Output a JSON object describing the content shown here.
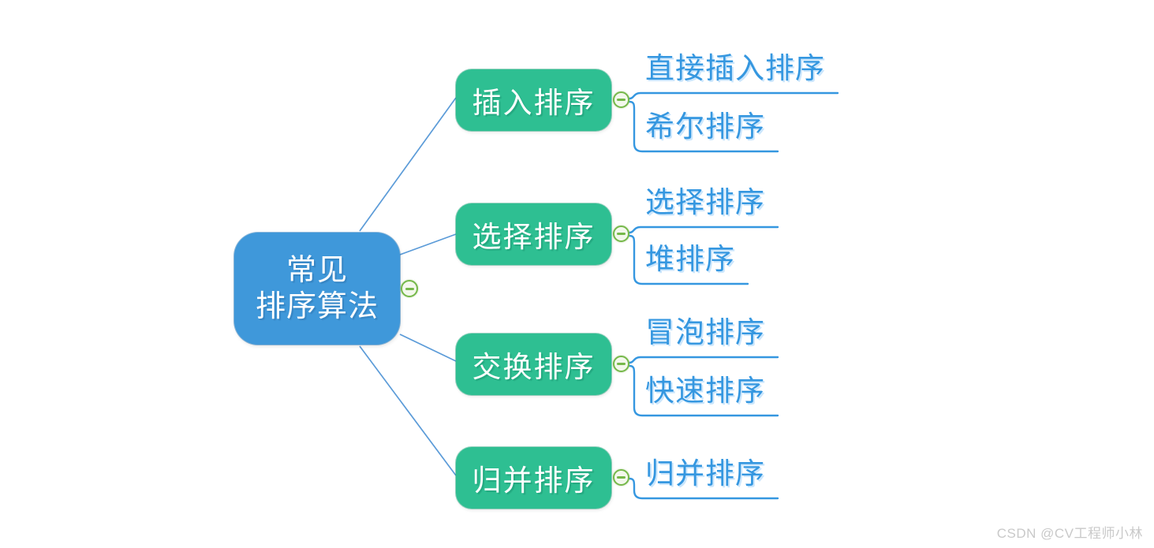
{
  "root": {
    "lines": [
      "常见",
      "排序算法"
    ]
  },
  "branches": [
    {
      "label": "插入排序",
      "children": [
        "直接插入排序",
        "希尔排序"
      ]
    },
    {
      "label": "选择排序",
      "children": [
        "选择排序",
        "堆排序"
      ]
    },
    {
      "label": "交换排序",
      "children": [
        "冒泡排序",
        "快速排序"
      ]
    },
    {
      "label": "归并排序",
      "children": [
        "归并排序"
      ]
    }
  ],
  "icons": {
    "collapse": "minus-circle-icon"
  },
  "watermark": "CSDN @CV工程师小林",
  "colors": {
    "root_fill": "#3f98da",
    "branch_fill": "#2ebf92",
    "connector": "#5b9bd8",
    "leaf": "#3597e0",
    "button_green": "#76b84a",
    "watermark": "#c9c9c9"
  }
}
